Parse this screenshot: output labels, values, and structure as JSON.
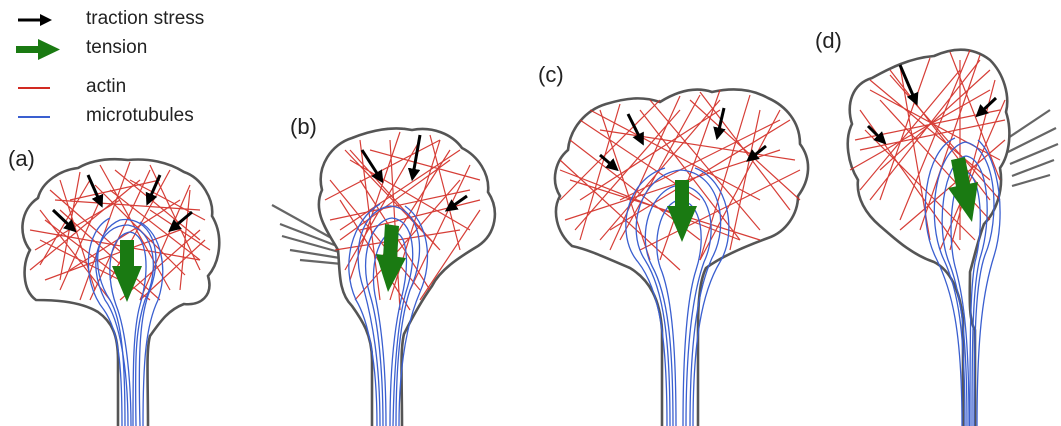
{
  "legend": {
    "items": [
      {
        "key": "traction",
        "label": "traction stress",
        "color": "#000000",
        "icon": "black-arrow-icon"
      },
      {
        "key": "tension",
        "label": "tension",
        "color": "#1a7a12",
        "icon": "green-arrow-icon"
      },
      {
        "key": "actin",
        "label": "actin",
        "color": "#d22a22",
        "icon": "red-line-icon"
      },
      {
        "key": "microtubules",
        "label": "microtubules",
        "color": "#3a5fd0",
        "icon": "blue-line-icon"
      }
    ]
  },
  "panels": [
    {
      "id": "a",
      "label": "(a)"
    },
    {
      "id": "b",
      "label": "(b)"
    },
    {
      "id": "c",
      "label": "(c)"
    },
    {
      "id": "d",
      "label": "(d)"
    }
  ],
  "colors": {
    "outline": "#555555",
    "filopodia": "#666666"
  }
}
